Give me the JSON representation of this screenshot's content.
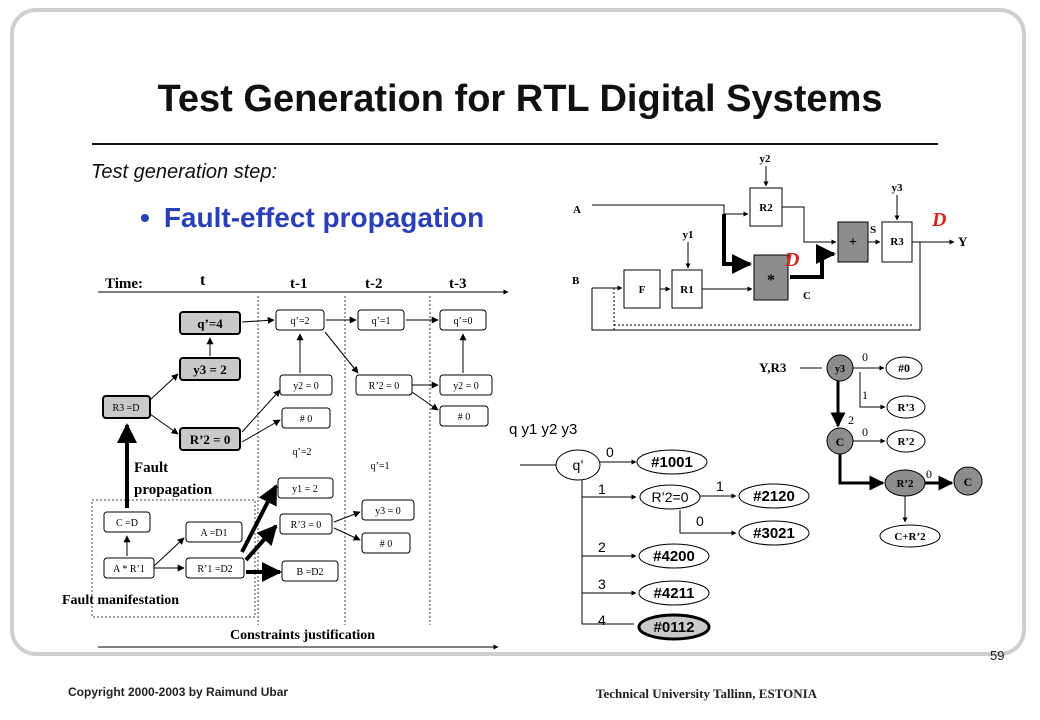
{
  "title": "Test Generation for RTL Digital Systems",
  "step_label": "Test generation step:",
  "bullet": "Fault-effect propagation",
  "page_number": "59",
  "copyright": "Copyright 2000-2003 by Raimund Ubar",
  "university": "Technical University Tallinn, ESTONIA",
  "timeline": {
    "time_label": "Time:",
    "columns": [
      "t",
      "t-1",
      "t-2",
      "t-3"
    ],
    "nodes": {
      "q4": "q’=4",
      "y3": "y3 = 2",
      "r3": "R3 =D",
      "r2": "R’2 = 0",
      "q2": "q’=2",
      "y2_0": "y2 = 0",
      "h0a": "# 0",
      "q2b": "q’=2",
      "y1_2": "y1 = 2",
      "r3_0": "R’3 = 0",
      "bd": "B =D2",
      "q1": "q’=1",
      "r2b": "R’2 = 0",
      "q1b": "q’=1",
      "y3_0": "y3 = 0",
      "h0b": "# 0",
      "q0": "q’=0",
      "y2b": "y2 = 0",
      "h0c": "# 0",
      "cd": "C =D",
      "ad": "A =D1",
      "arr": "A * R’1",
      "r1d": "R’1 =D2"
    },
    "fault_propagation": [
      "Fault",
      "propagation"
    ],
    "fault_manifestation": "Fault manifestation",
    "constraints": "Constraints justification"
  },
  "rtl": {
    "labels": {
      "A": "A",
      "B": "B",
      "C": "C",
      "Y": "Y",
      "F": "F",
      "R1": "R1",
      "R2": "R2",
      "R3": "R3",
      "y1": "y1",
      "y2": "y2",
      "y3": "y3",
      "S": "S",
      "plus": "+",
      "mult": "*",
      "D1": "D",
      "D2": "D"
    }
  },
  "tree1": {
    "header": "q y1 y2 y3",
    "root": "q’",
    "branches": [
      "0",
      "1",
      "2",
      "3",
      "4"
    ],
    "leaves": [
      "#1001",
      "#4200",
      "#4211",
      "#0112"
    ],
    "sub_node": "R’2=0",
    "sub_branches": [
      "1",
      "0"
    ],
    "sub_leaves": [
      "#2120",
      "#3021"
    ]
  },
  "tree2": {
    "header": "Y,R3",
    "nodes": {
      "y3": "y3",
      "C": "C",
      "R2g": "R’2",
      "Cgray": "C"
    },
    "leaves": {
      "h0": "#0",
      "r3": "R’3",
      "r2": "R’2",
      "cr": "C+R’2"
    },
    "branch_labels": {
      "a0": "0",
      "a1": "1",
      "a2": "2",
      "b0": "0",
      "c0": "0"
    }
  }
}
